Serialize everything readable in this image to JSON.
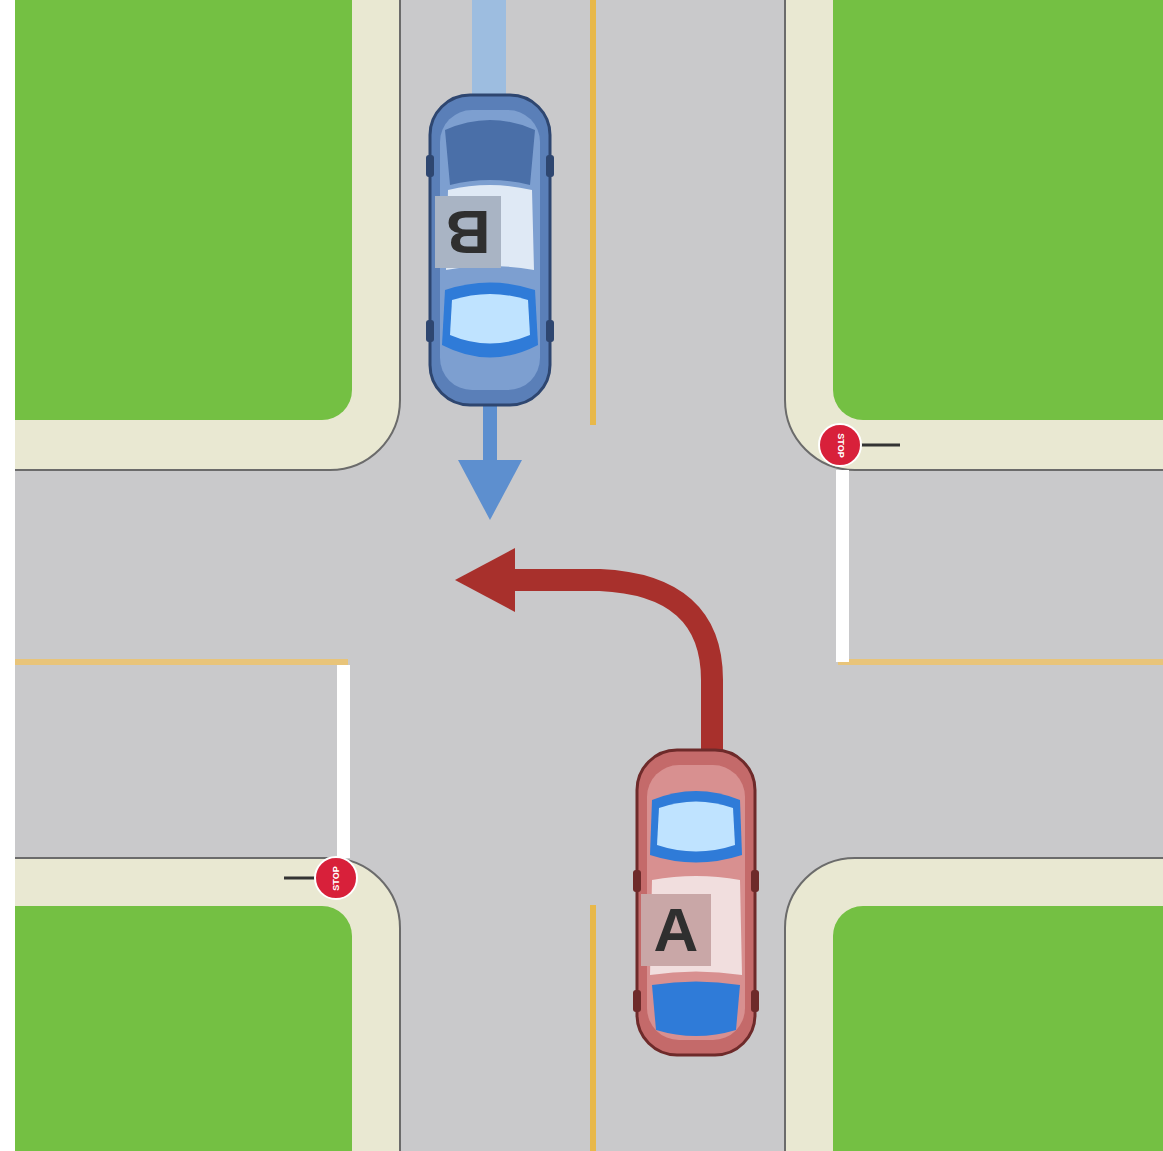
{
  "diagram": {
    "labels": [
      "B",
      "A",
      "STOP",
      "STOP"
    ]
  }
}
